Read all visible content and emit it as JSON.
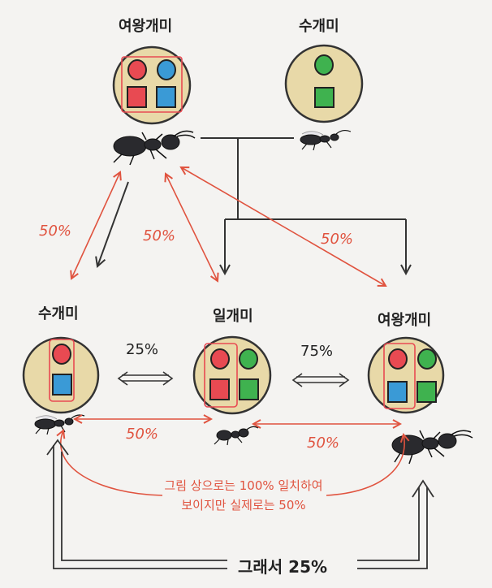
{
  "nodes": {
    "queen_top": {
      "label": "여왕개미"
    },
    "male_top": {
      "label": "수개미"
    },
    "male_bottom": {
      "label": "수개미"
    },
    "worker": {
      "label": "일개미"
    },
    "queen_bottom": {
      "label": "여왕개미"
    }
  },
  "percentages": {
    "queen_to_male": "50%",
    "queen_to_worker": "50%",
    "queen_to_queen": "50%",
    "male_worker_relation": "25%",
    "worker_queen_relation": "75%",
    "male_to_worker_bottom": "50%",
    "worker_to_queen_bottom": "50%"
  },
  "note": {
    "line1": "그림 상으로는 100% 일치하여",
    "line2": "보이지만 실제로는 50%"
  },
  "conclusion": "그래서 25%",
  "colors": {
    "disc_fill": "#e8d9a8",
    "disc_stroke": "#333333",
    "red_gene": "#e84a52",
    "blue_gene": "#3a9ad6",
    "green_gene": "#3fb24f",
    "annotation_red": "#e0533f"
  }
}
